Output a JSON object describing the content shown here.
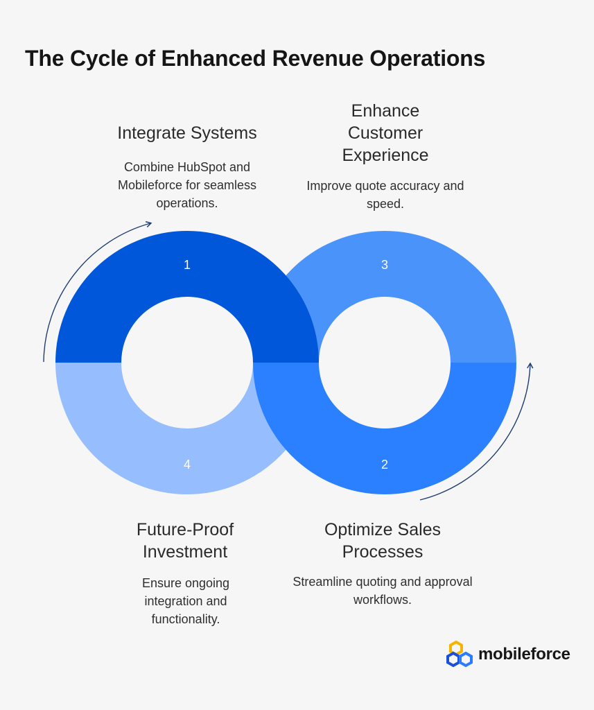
{
  "title": "The Cycle of Enhanced Revenue Operations",
  "steps": [
    {
      "number": "1",
      "title": "Integrate Systems",
      "description": "Combine HubSpot and Mobileforce for seamless operations."
    },
    {
      "number": "2",
      "title": "Optimize Sales Processes",
      "description": "Streamline quoting and approval workflows."
    },
    {
      "number": "3",
      "title": "Enhance Customer Experience",
      "description": "Improve quote accuracy and speed."
    },
    {
      "number": "4",
      "title": "Future-Proof Investment",
      "description": "Ensure ongoing integration and functionality."
    }
  ],
  "colors": {
    "step1": "#0057da",
    "step2": "#2a80ff",
    "step3": "#4a93fb",
    "step4": "#96beff",
    "arrow": "#1f3d70"
  },
  "logo": {
    "text": "mobileforce",
    "icon": "mobileforce-hexagon-logo-icon"
  }
}
